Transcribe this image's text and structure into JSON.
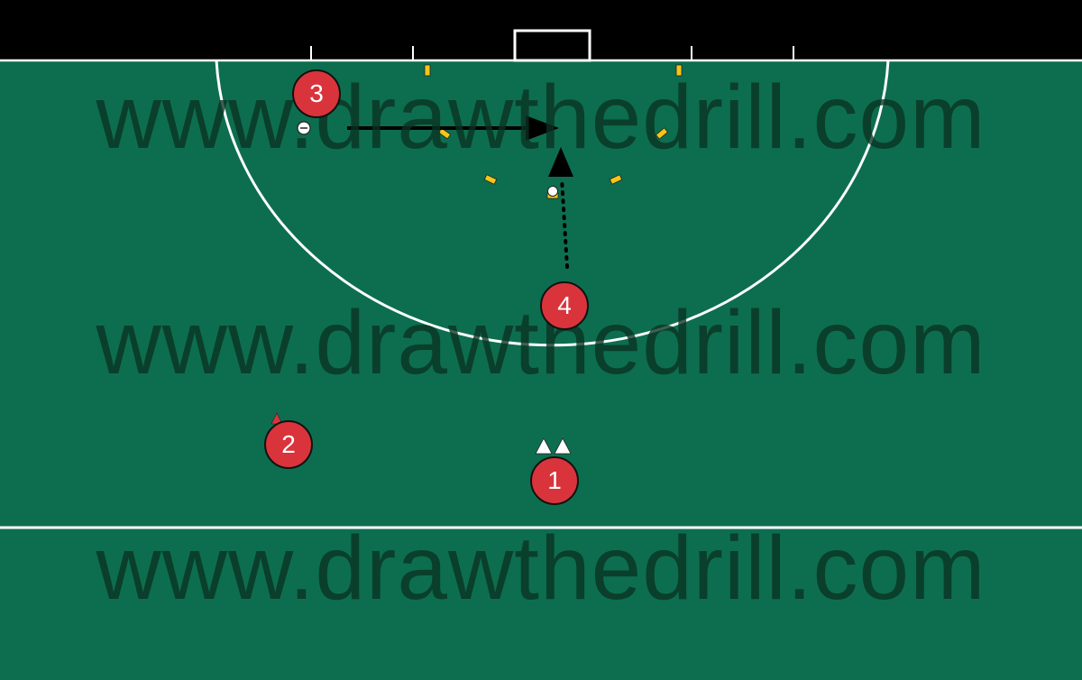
{
  "watermark": {
    "text": "www.drawthedrill.com"
  },
  "colors": {
    "pitch": "#0d6e4f",
    "top_band": "#000000",
    "lines": "#ffffff",
    "player_fill": "#d9343c",
    "cone": "#f5c518",
    "arrow": "#000000"
  },
  "players": [
    {
      "id": "player-1",
      "label": "1"
    },
    {
      "id": "player-2",
      "label": "2"
    },
    {
      "id": "player-3",
      "label": "3"
    },
    {
      "id": "player-4",
      "label": "4"
    }
  ],
  "equipment": {
    "cones": "yellow-cone-icon",
    "balls": "ball-icon",
    "markers": "white-triangle-marker-icon"
  },
  "actions": [
    {
      "type": "pass",
      "from": "player-3",
      "style": "solid-arrow"
    },
    {
      "type": "run",
      "from": "player-4",
      "style": "dotted-arrow"
    }
  ]
}
